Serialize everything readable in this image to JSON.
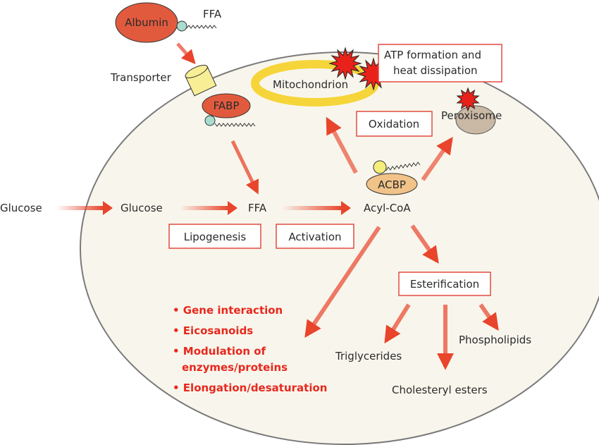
{
  "colors": {
    "cell_fill": "#f8f6ec",
    "cell_stroke": "#7a7a7a",
    "arrow": "#e8452c",
    "box_stroke": "#e24a3f",
    "albumin": "#e25a3e",
    "mitochondrion": "#f5d53a",
    "peroxisome": "#c9b8a4",
    "acbp": "#f1c389",
    "transporter": "#f8ee96",
    "burst": "#e8221a",
    "ligand_teal": "#a8dccf",
    "ligand_yellow": "#f5ee7a",
    "bullet_text": "#e8281e"
  },
  "labels": {
    "albumin": "Albumin",
    "ffa_top": "FFA",
    "transporter": "Transporter",
    "fabp": "FABP",
    "mitochondrion": "Mitochondrion",
    "atp_line1": "ATP formation and",
    "atp_line2": "heat dissipation",
    "oxidation": "Oxidation",
    "peroxisome": "Peroxisome",
    "acbp": "ACBP",
    "glucose_outside": "Glucose",
    "glucose_inside": "Glucose",
    "ffa": "FFA",
    "acyl_coa": "Acyl-CoA",
    "lipogenesis": "Lipogenesis",
    "activation": "Activation",
    "esterification": "Esterification",
    "triglycerides": "Triglycerides",
    "phospholipids": "Phospholipids",
    "cholesteryl_esters": "Cholesteryl esters"
  },
  "functions": [
    {
      "line1": "• Gene interaction"
    },
    {
      "line1": "• Eicosanoids"
    },
    {
      "line1": "• Modulation of",
      "line2": "enzymes/proteins"
    },
    {
      "line1": "• Elongation/desaturation"
    }
  ]
}
